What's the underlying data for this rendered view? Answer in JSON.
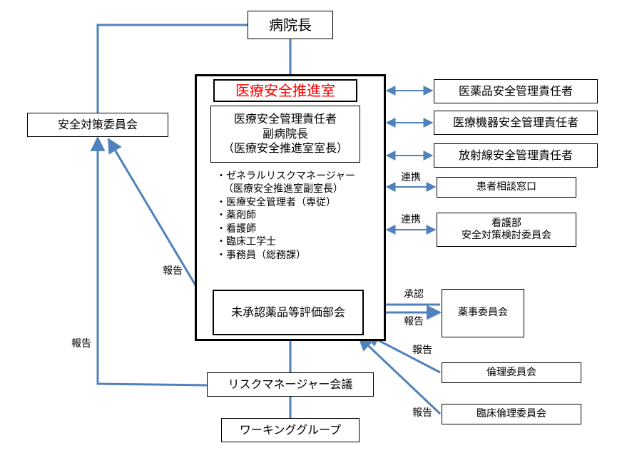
{
  "colors": {
    "connector": "#4f81bd",
    "accent_text": "#ff0000",
    "border": "#000000"
  },
  "director": "病院長",
  "office": {
    "title": "医療安全推進室",
    "manager_lines": [
      "医療安全管理責任者",
      "副病院長",
      "（医療安全推進室室長）"
    ],
    "members": [
      "・ゼネラルリスクマネージャー",
      "（医療安全推進室副室長）",
      "・医療安全管理者（専従）",
      "・薬剤師",
      "・看護師",
      "・臨床工学士",
      "・事務員（総務課）"
    ],
    "subcommittee": "未承認薬品等評価部会"
  },
  "left": {
    "safety_committee": "安全対策委員会"
  },
  "right": {
    "drug_safety": "医薬品安全管理責任者",
    "device_safety": "医療機器安全管理責任者",
    "radiation_safety": "放射線安全管理責任者",
    "patient_consult": "患者相談窓口",
    "nursing_lines": [
      "看護部",
      "安全対策検討委員会"
    ],
    "pharmacy_committee": "薬事委員会",
    "ethics_committee": "倫理委員会",
    "clinical_ethics_committee": "臨床倫理委員会"
  },
  "bottom": {
    "risk_meeting": "リスクマネージャー会議",
    "working_group": "ワーキンググループ"
  },
  "labels": {
    "renkei_1": "連携",
    "renkei_2": "連携",
    "shonin": "承認",
    "hokoku_pharmacy": "報告",
    "hokoku_ethics": "報告",
    "hokoku_clinical": "報告",
    "hokoku_subcommittee": "報告",
    "hokoku_risk": "報告"
  }
}
